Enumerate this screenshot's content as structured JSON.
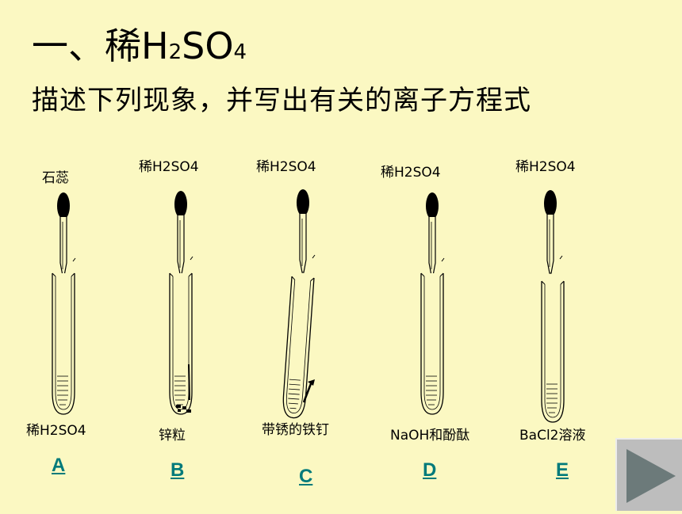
{
  "title": {
    "main": "一、稀H",
    "sub1": "2",
    "mid": "SO",
    "sub2": "4"
  },
  "subtitle": "描述下列现象，并写出有关的离子方程式",
  "tubes": [
    {
      "dropper_label": "石蕊",
      "content_label": "稀H2SO4",
      "link": "A"
    },
    {
      "dropper_label": "稀H2SO4",
      "content_label": "锌粒",
      "link": "B"
    },
    {
      "dropper_label": "稀H2SO4",
      "content_label": "带锈的铁钉",
      "link": "C"
    },
    {
      "dropper_label": "稀H2SO4",
      "content_label": "NaOH和酚酞",
      "link": "D"
    },
    {
      "dropper_label": "稀H2SO4",
      "content_label": "BaCl2溶液",
      "link": "E"
    }
  ],
  "next_button": {
    "icon": "play-triangle-icon",
    "color": "#6c7a7a"
  },
  "colors": {
    "background": "#fbf8c2",
    "link": "#007a7a"
  }
}
